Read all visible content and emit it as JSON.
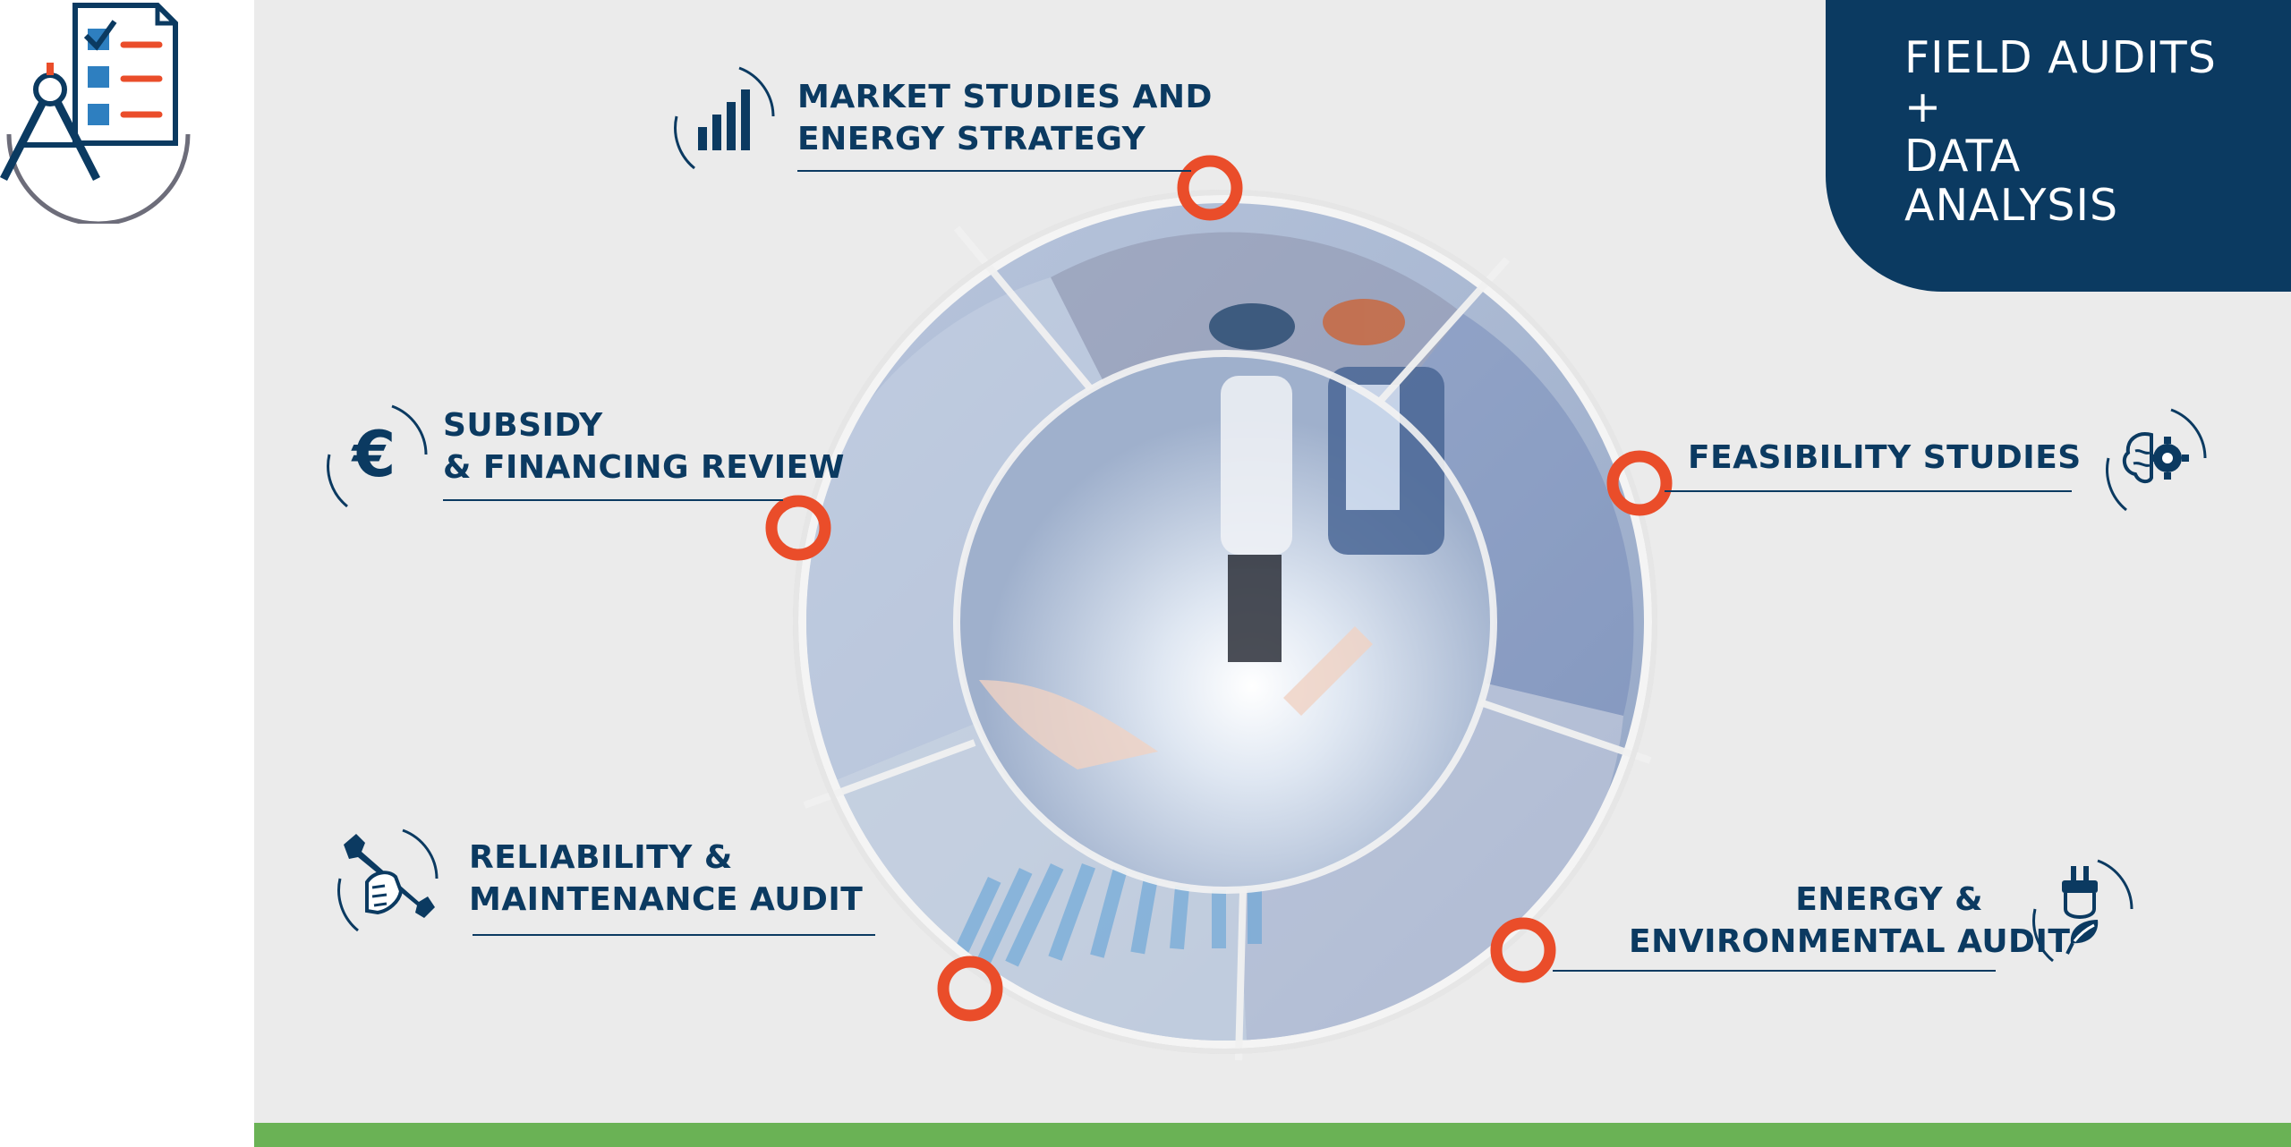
{
  "title": {
    "lines": [
      "FIELD AUDITS",
      "+",
      "DATA",
      "ANALYSIS"
    ]
  },
  "segments": [
    {
      "id": "market",
      "lines": [
        "MARKET STUDIES AND",
        "ENERGY STRATEGY"
      ],
      "icon": "bar-chart-icon"
    },
    {
      "id": "subsidy",
      "lines": [
        "SUBSIDY",
        "& FINANCING REVIEW"
      ],
      "icon": "euro-icon"
    },
    {
      "id": "feasibility",
      "lines": [
        "FEASIBILITY STUDIES"
      ],
      "icon": "brain-gear-icon"
    },
    {
      "id": "reliability",
      "lines": [
        "RELIABILITY &",
        "MAINTENANCE AUDIT"
      ],
      "icon": "wrench-hand-icon"
    },
    {
      "id": "energy",
      "lines": [
        "ENERGY &",
        "ENVIRONMENTAL AUDIT"
      ],
      "icon": "plug-leaf-icon"
    }
  ],
  "colors": {
    "navy": "#0b3a61",
    "accent_orange": "#ea4d2a",
    "green_bar": "#6ab255",
    "background": "#ebebeb"
  },
  "logo_icon": "audit-checklist-compass-icon"
}
